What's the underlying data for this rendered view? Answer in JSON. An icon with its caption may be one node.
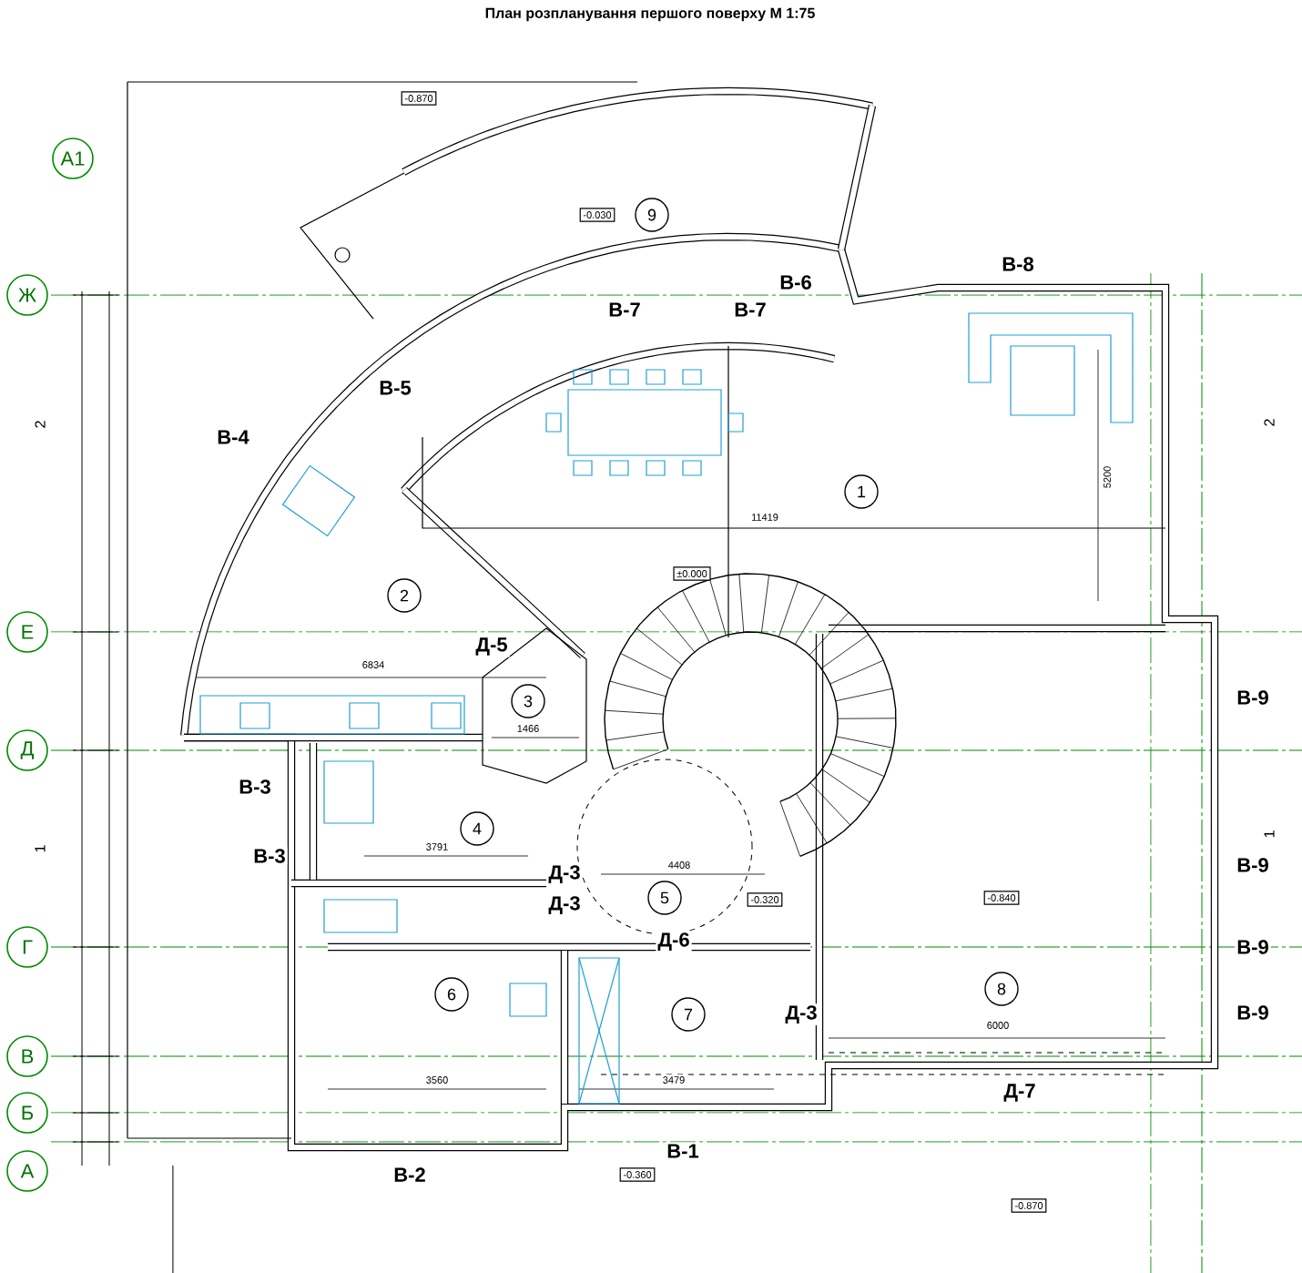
{
  "diagram": {
    "title": "План розпланування першого поверху М 1:75",
    "nodes": [
      {
        "text": [
          "-0.870"
        ]
      },
      {
        "text": [
          "А1"
        ]
      },
      {
        "text": [
          "-0.030"
        ]
      },
      {
        "text": [
          "9"
        ]
      },
      {
        "text": [
          "Ж"
        ]
      },
      {
        "text": [
          "1"
        ]
      },
      {
        "text": [
          "±0.000"
        ]
      },
      {
        "text": [
          "2"
        ]
      },
      {
        "text": [
          "Е"
        ]
      },
      {
        "text": [
          "3"
        ]
      },
      {
        "text": [
          "Д"
        ]
      },
      {
        "text": [
          "4"
        ]
      },
      {
        "text": [
          "5"
        ]
      },
      {
        "text": [
          "-0.320"
        ]
      },
      {
        "text": [
          "-0.840"
        ]
      },
      {
        "text": [
          "Г"
        ]
      },
      {
        "text": [
          "6"
        ]
      },
      {
        "text": [
          "8"
        ]
      },
      {
        "text": [
          "7"
        ]
      },
      {
        "text": [
          "В"
        ]
      },
      {
        "text": [
          "Б"
        ]
      },
      {
        "text": [
          "А"
        ]
      },
      {
        "text": [
          "-0.360"
        ]
      },
      {
        "text": [
          "-0.870"
        ]
      }
    ],
    "edges": [],
    "labels": [
      "В-8",
      "В-6",
      "В-7",
      "В-7",
      "В-5",
      "2",
      "2",
      "В-4",
      "5200",
      "11419",
      "Д-5",
      "6834",
      "1466",
      "В-9",
      "В-3",
      "3791",
      "1",
      "1",
      "В-3",
      "4408",
      "В-9",
      "Д-3",
      "Д-3",
      "Д-6",
      "В-9",
      "Д-3",
      "В-9",
      "6000",
      "3479",
      "3560",
      "Д-7",
      "В-1",
      "В-2"
    ]
  }
}
